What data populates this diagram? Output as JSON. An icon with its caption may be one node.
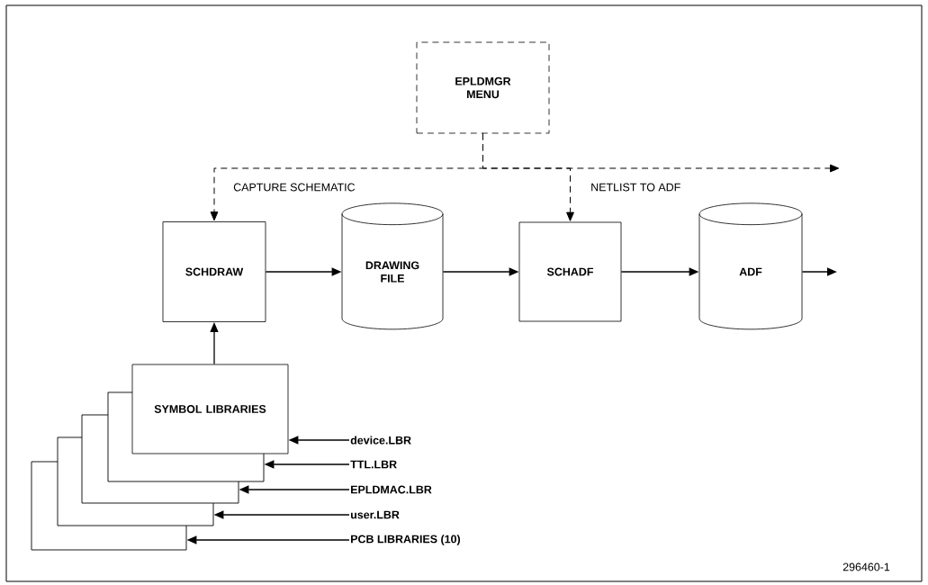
{
  "diagram": {
    "nodes": [
      {
        "text": [
          "EPLDMGR MENU"
        ]
      },
      {
        "text": [
          "SCHDRAW"
        ]
      },
      {
        "text": [
          "DRAWING FILE"
        ]
      },
      {
        "text": [
          "SCHADF"
        ]
      },
      {
        "text": [
          "ADF"
        ]
      },
      {
        "text": [
          "SYMBOL LIBRARIES"
        ]
      },
      {
        "text": [],
        "shape": "box"
      },
      {
        "text": [],
        "shape": "box"
      },
      {
        "text": [],
        "shape": "box"
      },
      {
        "text": [],
        "shape": "box"
      },
      {
        "text": [
          "device.LBR"
        ]
      },
      {
        "text": [
          "TTL.LBR"
        ]
      },
      {
        "text": [
          "EPLDMAC.LBR"
        ]
      },
      {
        "text": [
          "user.LBR"
        ]
      },
      {
        "text": [
          "PCB LIBRARIES (10)"
        ]
      }
    ],
    "edges": [
      {
        "from": 0,
        "to": 1,
        "arrow": "to",
        "style": "dashed",
        "label": "CAPTURE SCHEMATIC"
      },
      {
        "from": 0,
        "to": 3,
        "arrow": "to",
        "style": "dashed",
        "label": "NETLIST TO ADF"
      },
      {
        "from": 0,
        "to": null,
        "arrow": "to",
        "style": "dashed"
      },
      {
        "from": 1,
        "to": 2,
        "arrow": "to"
      },
      {
        "from": 2,
        "to": 3,
        "arrow": "to"
      },
      {
        "from": 3,
        "to": 4,
        "arrow": "to"
      },
      {
        "from": 4,
        "to": null,
        "arrow": "to"
      },
      {
        "from": 5,
        "to": 1,
        "arrow": "to"
      },
      {
        "from": 10,
        "to": 5,
        "arrow": "to"
      },
      {
        "from": 11,
        "to": 6,
        "arrow": "to"
      },
      {
        "from": 12,
        "to": 7,
        "arrow": "to"
      },
      {
        "from": 13,
        "to": 8,
        "arrow": "to"
      },
      {
        "from": 14,
        "to": 9,
        "arrow": "to"
      }
    ],
    "labels": [
      "296460-1"
    ]
  }
}
